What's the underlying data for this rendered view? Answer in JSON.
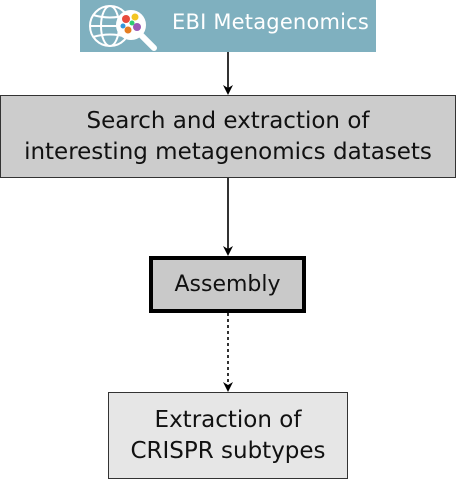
{
  "logo": {
    "text": "EBI Metagenomics",
    "icon": "globe-magnifier-icon",
    "background": "#7fb0bf"
  },
  "nodes": [
    {
      "id": "search",
      "lines": [
        "Search and extraction of",
        "interesting metagenomics datasets"
      ]
    },
    {
      "id": "assembly",
      "lines": [
        "Assembly"
      ]
    },
    {
      "id": "crispr",
      "lines": [
        "Extraction of",
        "CRISPR subtypes"
      ]
    }
  ],
  "edges": [
    {
      "from": "logo",
      "to": "search",
      "style": "solid"
    },
    {
      "from": "search",
      "to": "assembly",
      "style": "solid"
    },
    {
      "from": "assembly",
      "to": "crispr",
      "style": "dashed"
    }
  ]
}
